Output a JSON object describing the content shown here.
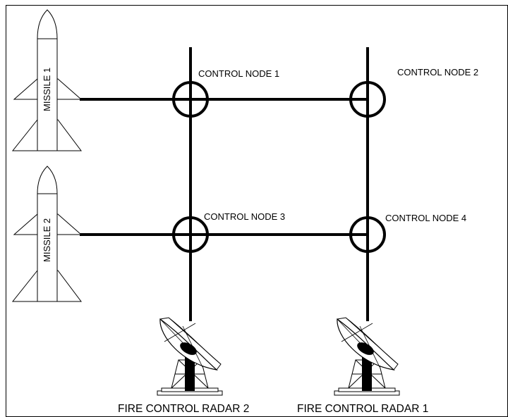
{
  "nodes": [
    {
      "id": "1",
      "label": "CONTROL NODE 1"
    },
    {
      "id": "2",
      "label": "CONTROL NODE 2"
    },
    {
      "id": "3",
      "label": "CONTROL NODE 3"
    },
    {
      "id": "4",
      "label": "CONTROL NODE 4"
    }
  ],
  "missiles": [
    {
      "id": "1",
      "label": "MISSILE 1"
    },
    {
      "id": "2",
      "label": "MISSILE 2"
    }
  ],
  "radars": [
    {
      "id": "2",
      "label": "FIRE CONTROL RADAR 2"
    },
    {
      "id": "1",
      "label": "FIRE CONTROL RADAR 1"
    }
  ],
  "colors": {
    "line": "#000000",
    "background": "#ffffff",
    "border": "#000000"
  }
}
